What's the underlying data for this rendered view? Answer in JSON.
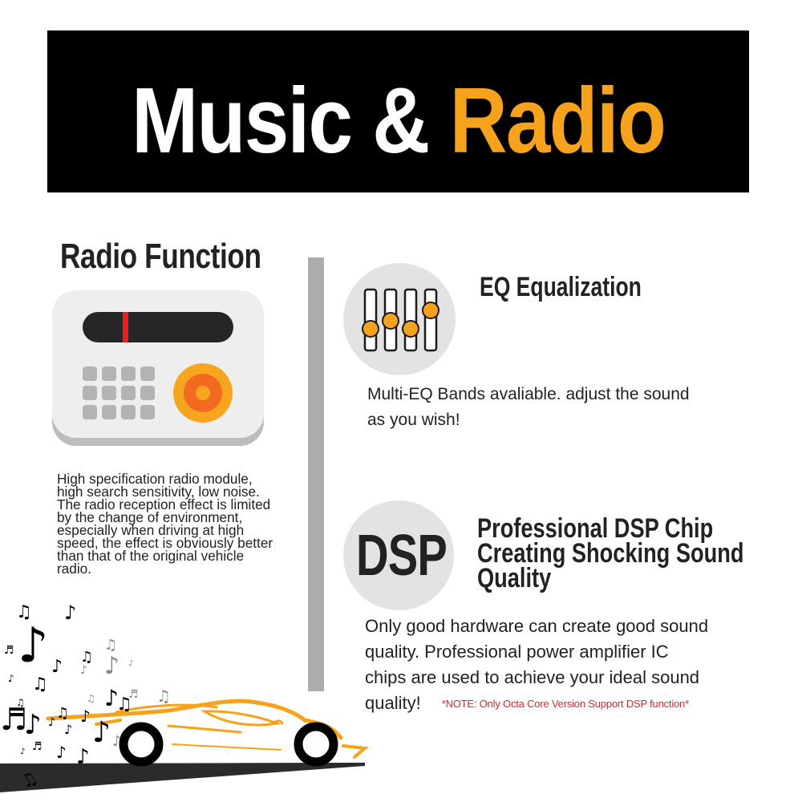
{
  "banner": {
    "title_part1": "Music & ",
    "title_part2": "Radio",
    "colors": {
      "background": "#000000",
      "title_primary": "#ffffff",
      "title_accent": "#f7a21c"
    }
  },
  "radio_section": {
    "heading": "Radio Function",
    "icon": "radio-icon",
    "description": "High specification radio module, high search sensitivity, low noise. The radio reception effect is limited by the change of environment, especially when driving at high speed, the effect is obviously better than that of the original vehicle radio.",
    "description_lines": [
      "High specification radio module,",
      "high search sensitivity, low noise.",
      "The radio reception effect is limited",
      "by the change of environment,",
      "especially when driving at high",
      "speed, the effect is obviously better",
      "than that of the original vehicle",
      "radio."
    ]
  },
  "eq_section": {
    "heading": "EQ Equalization",
    "icon": "equalizer-sliders-icon",
    "description_lines": [
      "Multi-EQ Bands avaliable. adjust the sound",
      "as you wish!"
    ]
  },
  "dsp_section": {
    "icon_label": "DSP",
    "heading_lines": [
      "Professional DSP Chip",
      "Creating Shocking Sound",
      "Quality"
    ],
    "description_lines": [
      "Only good hardware can create good sound",
      "quality. Professional power amplifier IC",
      "chips are used to achieve your ideal sound",
      "quality!"
    ],
    "note": "*NOTE: Only Octa Core Version Support DSP function*",
    "note_color": "#d6262b"
  },
  "decor": {
    "car_illustration": "sports-car-with-music-notes",
    "accent_color": "#f7a21c",
    "divider_color": "#acacac"
  }
}
